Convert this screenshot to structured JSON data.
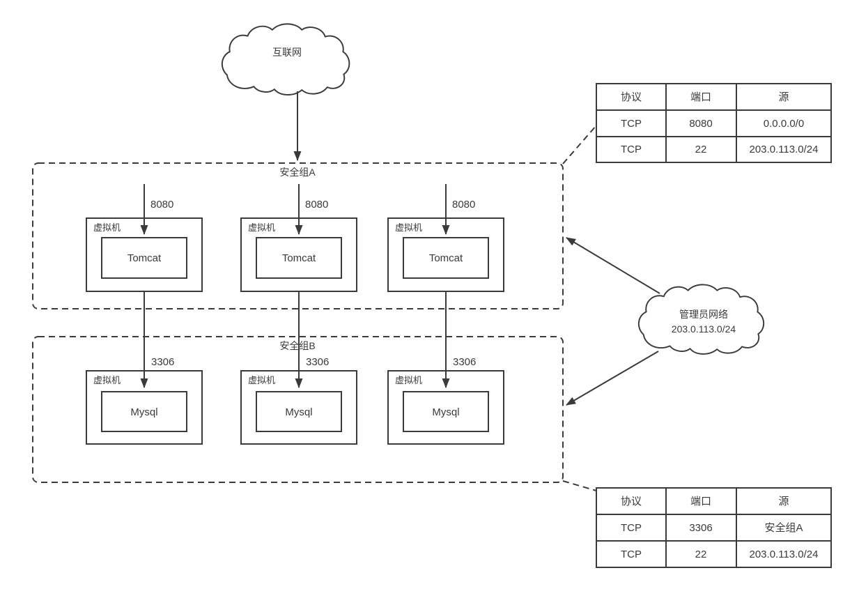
{
  "colors": {
    "line": "#3a3a3a",
    "text": "#3a3a3a",
    "background": "#ffffff"
  },
  "clouds": {
    "internet": {
      "label": "互联网"
    },
    "admin": {
      "line1": "管理员网络",
      "line2": "203.0.113.0/24"
    }
  },
  "groups": {
    "a": {
      "label": "安全组A",
      "port": "8080"
    },
    "b": {
      "label": "安全组B",
      "port": "3306"
    }
  },
  "vm": {
    "label": "虚拟机",
    "app_a": "Tomcat",
    "app_b": "Mysql"
  },
  "rule_tables": {
    "top": {
      "headers": [
        "协议",
        "端口",
        "源"
      ],
      "rows": [
        [
          "TCP",
          "8080",
          "0.0.0.0/0"
        ],
        [
          "TCP",
          "22",
          "203.0.113.0/24"
        ]
      ]
    },
    "bottom": {
      "headers": [
        "协议",
        "端口",
        "源"
      ],
      "rows": [
        [
          "TCP",
          "3306",
          "安全组A"
        ],
        [
          "TCP",
          "22",
          "203.0.113.0/24"
        ]
      ]
    }
  }
}
